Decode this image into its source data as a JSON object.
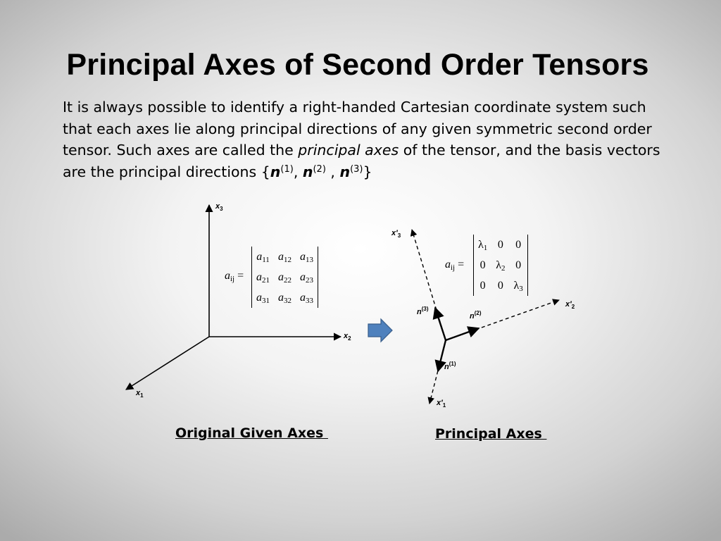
{
  "title": "Principal Axes of Second Order Tensors",
  "body": {
    "part1": "It is always possible to identify a right-handed Cartesian coordinate system such that each axes lie along principal directions of any given symmetric second order tensor.  Such axes are called the ",
    "emphasis": "principal axes",
    "part2": " of the tensor, and the basis vectors are the principal directions {",
    "n_symbol": "n",
    "sup1": "(1)",
    "sep1": ", ",
    "sup2": "(2)",
    "sep2": " , ",
    "sup3": "(3)",
    "close": "}"
  },
  "left_diagram": {
    "axis_x1": {
      "name": "x",
      "sub": "1"
    },
    "axis_x2": {
      "name": "x",
      "sub": "2"
    },
    "axis_x3": {
      "name": "x",
      "sub": "3"
    },
    "matrix_lhs": {
      "name": "a",
      "sub": "ij",
      "eq": "="
    },
    "matrix": [
      [
        {
          "v": "a",
          "s": "11"
        },
        {
          "v": "a",
          "s": "12"
        },
        {
          "v": "a",
          "s": "13"
        }
      ],
      [
        {
          "v": "a",
          "s": "21"
        },
        {
          "v": "a",
          "s": "22"
        },
        {
          "v": "a",
          "s": "23"
        }
      ],
      [
        {
          "v": "a",
          "s": "31"
        },
        {
          "v": "a",
          "s": "32"
        },
        {
          "v": "a",
          "s": "33"
        }
      ]
    ],
    "caption": "Original Given Axes "
  },
  "arrow_color": "#4f81bd",
  "right_diagram": {
    "axis_x1p": {
      "name": "x′",
      "sub": "1"
    },
    "axis_x2p": {
      "name": "x′",
      "sub": "2"
    },
    "axis_x3p": {
      "name": "x′",
      "sub": "3"
    },
    "n1": {
      "name": "n",
      "sup": "(1)"
    },
    "n2": {
      "name": "n",
      "sup": "(2)"
    },
    "n3": {
      "name": "n",
      "sup": "(3)"
    },
    "matrix_lhs": {
      "name": "a",
      "sub": "ij",
      "eq": "="
    },
    "matrix": [
      [
        {
          "v": "λ",
          "s": "1"
        },
        {
          "v": "0",
          "s": ""
        },
        {
          "v": "0",
          "s": ""
        }
      ],
      [
        {
          "v": "0",
          "s": ""
        },
        {
          "v": "λ",
          "s": "2"
        },
        {
          "v": "0",
          "s": ""
        }
      ],
      [
        {
          "v": "0",
          "s": ""
        },
        {
          "v": "0",
          "s": ""
        },
        {
          "v": "λ",
          "s": "3"
        }
      ]
    ],
    "caption": "Principal Axes "
  }
}
